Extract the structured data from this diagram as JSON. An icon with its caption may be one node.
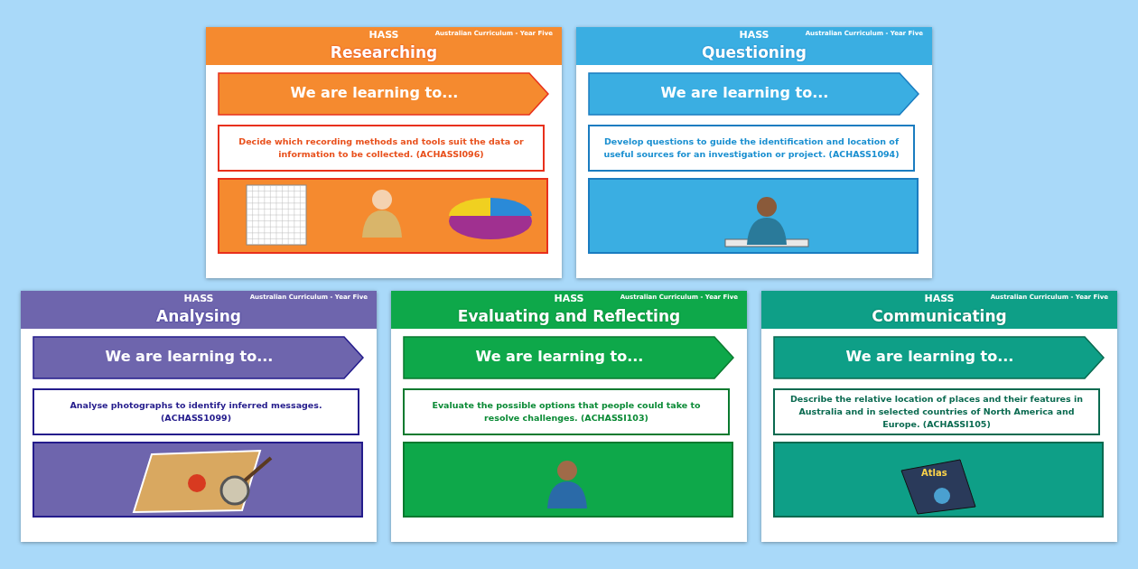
{
  "diagram": {
    "nodes": [
      {
        "text": [
          "HASS",
          "Australian Curriculum - Year Five",
          "Researching"
        ]
      },
      {
        "text": [
          "We are learning to..."
        ],
        "in": 0
      },
      {
        "text": [
          "Decide which recording methods and tools suit the data or information to be collected. (ACHASSI096)"
        ],
        "in": 0
      },
      {
        "text": [],
        "shape": "picture",
        "in": 0
      },
      {
        "text": [
          "HASS",
          "Australian Curriculum - Year Five",
          "Questioning"
        ]
      },
      {
        "text": [
          "We are learning to..."
        ],
        "in": 4
      },
      {
        "text": [
          "Develop questions to guide the identification and location of useful sources for an investigation or project. (ACHASS1094)"
        ],
        "in": 4
      },
      {
        "text": [],
        "shape": "picture",
        "in": 4
      },
      {
        "text": [
          "HASS",
          "Australian Curriculum - Year Five",
          "Analysing"
        ]
      },
      {
        "text": [
          "We are learning to..."
        ],
        "in": 8
      },
      {
        "text": [
          "Analyse photographs to identify inferred messages. (ACHASS1099)"
        ],
        "in": 8
      },
      {
        "text": [],
        "shape": "picture",
        "in": 8
      },
      {
        "text": [
          "HASS",
          "Australian Curriculum - Year Five",
          "Evaluating and Reflecting"
        ]
      },
      {
        "text": [
          "We are learning to..."
        ],
        "in": 12
      },
      {
        "text": [
          "Evaluate the possible options that people could take to resolve challenges. (ACHASSI103)"
        ],
        "in": 12
      },
      {
        "text": [],
        "shape": "picture",
        "in": 12
      },
      {
        "text": [
          "HASS",
          "Australian Curriculum - Year Five",
          "Communicating"
        ]
      },
      {
        "text": [
          "We are learning to..."
        ],
        "in": 16
      },
      {
        "text": [
          "Describe the relative location of places and their features in Australia and in selected countries of North America and Europe. (ACHASSI105)"
        ],
        "in": 16
      },
      {
        "text": [],
        "shape": "picture",
        "in": 16
      }
    ],
    "labels": [
      "Atlas"
    ]
  }
}
